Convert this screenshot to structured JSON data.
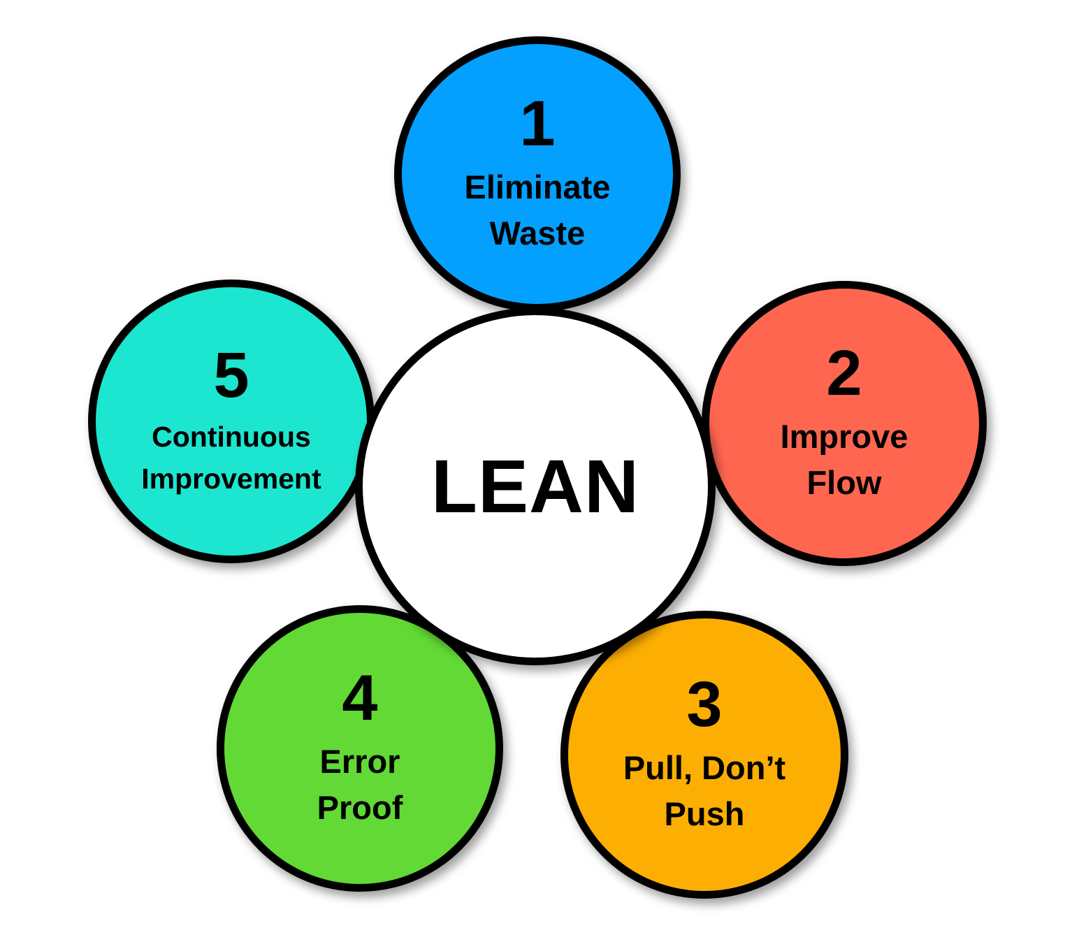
{
  "center": {
    "label": "LEAN",
    "color": "#ffffff"
  },
  "principles": [
    {
      "number": "1",
      "label": "Eliminate\nWaste",
      "color": "#04a0ff"
    },
    {
      "number": "2",
      "label": "Improve\nFlow",
      "color": "#ff6650"
    },
    {
      "number": "3",
      "label": "Pull, Don’t\nPush",
      "color": "#fdae03"
    },
    {
      "number": "4",
      "label": "Error\nProof",
      "color": "#62d935"
    },
    {
      "number": "5",
      "label": "Continuous\nImprovement",
      "color": "#1de6d0"
    }
  ]
}
